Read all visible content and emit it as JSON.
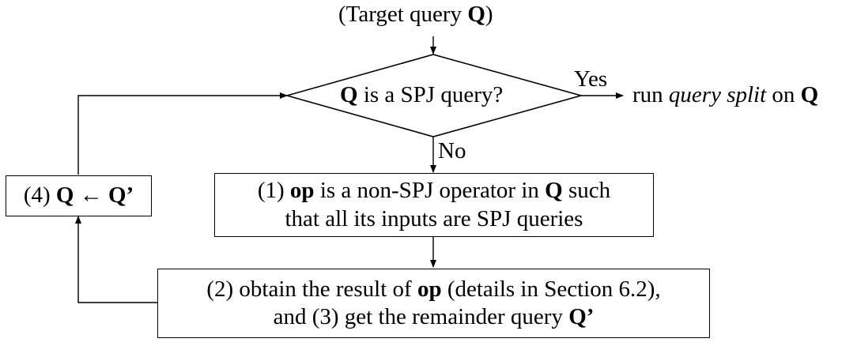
{
  "target": {
    "prefix": "(Target query ",
    "q": "Q",
    "suffix": ")"
  },
  "decision": {
    "q": "Q",
    "text": " is a SPJ query?"
  },
  "yes_label": "Yes",
  "no_label": "No",
  "run_split": {
    "prefix": "run ",
    "italic": "query split",
    "mid": " on ",
    "q": "Q"
  },
  "step1": {
    "prefix": "(1) ",
    "op": "op",
    "mid": " is a non-SPJ operator in ",
    "q": "Q",
    "suffix": " such",
    "line2": "that all its inputs are SPJ queries"
  },
  "step2": {
    "prefix": "(2) obtain the result of ",
    "op": "op",
    "suffix": " (details in Section 6.2),",
    "line2_prefix": "and (3) get the remainder query ",
    "q": "Q’"
  },
  "step4": {
    "prefix": "(4) ",
    "q": "Q",
    "arrow": " ← ",
    "q2": "Q’"
  }
}
